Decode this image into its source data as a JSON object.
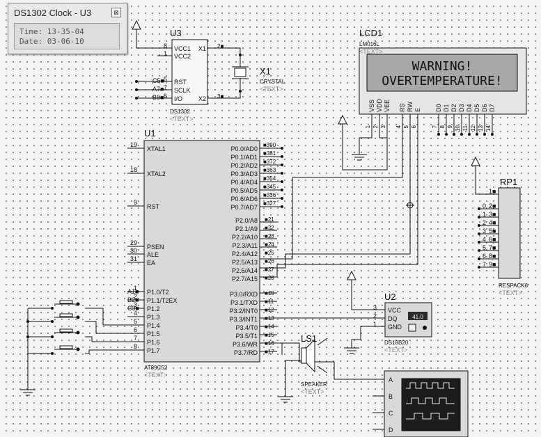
{
  "popup": {
    "title": "DS1302 Clock - U3",
    "close_glyph": "⊠",
    "time_line": "Time: 13-35-04",
    "date_line": "Date: 03-06-10"
  },
  "lcd": {
    "ref": "LCD1",
    "model": "LM016L",
    "placeholder": "<TEXT>",
    "line1": "WARNING!",
    "line2": "OVERTEMPERATURE!",
    "pins": [
      "VSS",
      "VDD",
      "VEE",
      "RS",
      "RW",
      "E",
      "D0",
      "D1",
      "D2",
      "D3",
      "D4",
      "D5",
      "D6",
      "D7"
    ],
    "pin_numbers": [
      "1",
      "2",
      "3",
      "4",
      "5",
      "6",
      "7",
      "8",
      "9",
      "10",
      "11",
      "12",
      "13",
      "14"
    ]
  },
  "u3": {
    "ref": "U3",
    "part": "DS1302",
    "placeholder": "<TEXT>",
    "pins_left": [
      "VCC1",
      "VCC2",
      "RST",
      "SCLK",
      "I/O"
    ],
    "pins_right": [
      "X1",
      "X2"
    ],
    "num_left": [
      "8",
      "1",
      "5",
      "7",
      "6"
    ],
    "num_right": [
      "2",
      "3"
    ],
    "net_labels": [
      "C5",
      "A7",
      "B6"
    ]
  },
  "x1": {
    "ref": "X1",
    "part": "CRYSTAL",
    "placeholder": "<TEXT>"
  },
  "u1": {
    "ref": "U1",
    "part": "AT89C52",
    "placeholder": "<TEXT>",
    "left_pins": [
      {
        "num": "19",
        "name": "XTAL1"
      },
      {
        "num": "18",
        "name": "XTAL2"
      },
      {
        "num": "9",
        "name": "RST"
      },
      {
        "num": "29",
        "name": "PSEN"
      },
      {
        "num": "30",
        "name": "ALE"
      },
      {
        "num": "31",
        "name": "EA"
      },
      {
        "num": "1",
        "name": "P1.0/T2",
        "net": "A1"
      },
      {
        "num": "2",
        "name": "P1.1/T2EX",
        "net": "B2"
      },
      {
        "num": "3",
        "name": "P1.2",
        "net": "C3"
      },
      {
        "num": "4",
        "name": "P1.3"
      },
      {
        "num": "5",
        "name": "P1.4"
      },
      {
        "num": "6",
        "name": "P1.5"
      },
      {
        "num": "7",
        "name": "P1.6"
      },
      {
        "num": "8",
        "name": "P1.7"
      }
    ],
    "p0_pins": [
      {
        "num": "39",
        "name": "P0.0/AD0",
        "net": "0"
      },
      {
        "num": "38",
        "name": "P0.1/AD1",
        "net": "1"
      },
      {
        "num": "37",
        "name": "P0.2/AD2",
        "net": "2"
      },
      {
        "num": "36",
        "name": "P0.3/AD3",
        "net": "3"
      },
      {
        "num": "35",
        "name": "P0.4/AD4",
        "net": "4"
      },
      {
        "num": "34",
        "name": "P0.5/AD5",
        "net": "5"
      },
      {
        "num": "33",
        "name": "P0.6/AD6",
        "net": "6"
      },
      {
        "num": "32",
        "name": "P0.7/AD7",
        "net": "7"
      }
    ],
    "p2_pins": [
      {
        "num": "21",
        "name": "P2.0/A8"
      },
      {
        "num": "22",
        "name": "P2.1/A9"
      },
      {
        "num": "23",
        "name": "P2.2/A10"
      },
      {
        "num": "24",
        "name": "P2.3/A11"
      },
      {
        "num": "25",
        "name": "P2.4/A12"
      },
      {
        "num": "26",
        "name": "P2.5/A13"
      },
      {
        "num": "27",
        "name": "P2.6/A14"
      },
      {
        "num": "28",
        "name": "P2.7/A15"
      }
    ],
    "p3_pins": [
      {
        "num": "10",
        "name": "P3.0/RXD"
      },
      {
        "num": "11",
        "name": "P3.1/TXD"
      },
      {
        "num": "12",
        "name": "P3.2/INT0"
      },
      {
        "num": "13",
        "name": "P3.3/INT1"
      },
      {
        "num": "14",
        "name": "P3.4/T0"
      },
      {
        "num": "15",
        "name": "P3.5/T1"
      },
      {
        "num": "16",
        "name": "P3.6/WR"
      },
      {
        "num": "17",
        "name": "P3.7/RD"
      }
    ]
  },
  "rp1": {
    "ref": "RP1",
    "part": "RESPACK8",
    "placeholder": "<TEXT>",
    "pins": [
      "1",
      "2",
      "3",
      "4",
      "5",
      "6",
      "7",
      "8",
      "9"
    ],
    "nets": [
      "0",
      "1",
      "2",
      "3",
      "4",
      "5",
      "6",
      "7"
    ]
  },
  "u2": {
    "ref": "U2",
    "part": "DS18B20",
    "placeholder": "<TEXT>",
    "pins": [
      "VCC",
      "DQ",
      "GND"
    ],
    "pin_numbers": [
      "3",
      "2",
      "1"
    ],
    "readout": "41.0"
  },
  "ls1": {
    "ref": "LS1",
    "part": "SPEAKER",
    "placeholder": "<TEXT>"
  },
  "scope": {
    "channels": [
      "A",
      "B",
      "C",
      "D"
    ]
  },
  "colors": {
    "canvas": "#f3f3f3",
    "lcd_screen": "#a8a8a8",
    "wire": "#111111",
    "chip": "#d9d9d9"
  }
}
